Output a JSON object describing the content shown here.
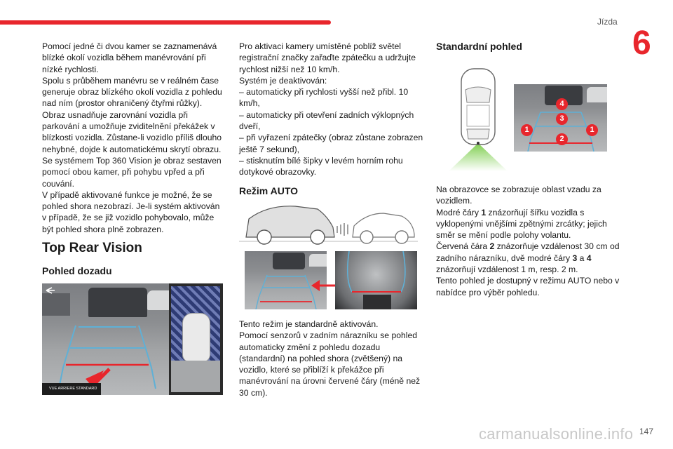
{
  "header": {
    "section": "Jízda",
    "chapter": "6"
  },
  "footer": {
    "page": "147",
    "watermark": "carmanualsonline.info"
  },
  "col1": {
    "intro": [
      "Pomocí jedné či dvou kamer se zaznamenává blízké okolí vozidla během manévrování při nízké rychlosti.",
      "Spolu s průběhem manévru se v reálném čase generuje obraz blízkého okolí vozidla z pohledu nad ním (prostor ohraničený čtyřmi růžky).",
      "Obraz usnadňuje zarovnání vozidla při parkování a umožňuje zviditelnění překážek v blízkosti vozidla. Zůstane-li vozidlo příliš dlouho nehybné, dojde k automatickému skrytí obrazu.",
      "Se systémem Top 360 Vision je obraz sestaven pomocí obou kamer, při pohybu vpřed a při couvání.",
      "V případě aktivované funkce je možné, že se pohled shora nezobrazí. Je-li systém aktivován v případě, že se již vozidlo pohybovalo, může být pohled shora plně zobrazen."
    ],
    "heading": "Top Rear Vision",
    "subheading": "Pohled dozadu",
    "screen_label": "VUE ARRIERE STANDARD"
  },
  "col2": {
    "p1": "Pro aktivaci kamery umístěné poblíž světel registrační značky zařaďte zpátečku a udržujte rychlost nižší než 10 km/h.",
    "p2": "Systém je deaktivován:",
    "bullets": [
      "–  automaticky při rychlosti vyšší než přibl. 10 km/h,",
      "–  automaticky při otevření zadních výklopných dveří,",
      "–  při vyřazení zpátečky (obraz zůstane zobrazen ještě 7 sekund),",
      "–  stisknutím bílé šipky v levém horním rohu dotykové obrazovky."
    ],
    "heading": "Režim AUTO",
    "body": [
      "Tento režim je standardně aktivován.",
      "Pomocí senzorů v zadním nárazníku se pohled automaticky změní z pohledu dozadu (standardní) na pohled shora (zvětšený) na vozidlo, které se přiblíží k překážce při manévrování na úrovni červené čáry (méně než 30 cm)."
    ]
  },
  "col3": {
    "heading": "Standardní pohled",
    "markers": [
      "4",
      "3",
      "1",
      "1",
      "2"
    ],
    "body": {
      "l1": "Na obrazovce se zobrazuje oblast vzadu za vozidlem.",
      "l2_pre": "Modré čáry ",
      "l2_n": "1",
      "l2_post": " znázorňují šířku vozidla s vyklopenými vnějšími zpětnými zrcátky; jejich směr se mění podle polohy volantu.",
      "l3_pre": "Červená čára ",
      "l3_n": "2",
      "l3_post": " znázorňuje vzdálenost 30 cm od zadního nárazníku, dvě modré čáry ",
      "l3_n2": "3",
      "l3_mid": " a ",
      "l3_n3": "4",
      "l3_end": " znázorňují vzdálenost 1 m, resp. 2 m.",
      "l4": "Tento pohled je dostupný v režimu AUTO nebo v nabídce pro výběr pohledu."
    }
  },
  "colors": {
    "accent": "#e8262c",
    "guide_blue": "#5fb0d6",
    "guide_red": "#e8262c",
    "green_zone": "#8bd05b"
  }
}
